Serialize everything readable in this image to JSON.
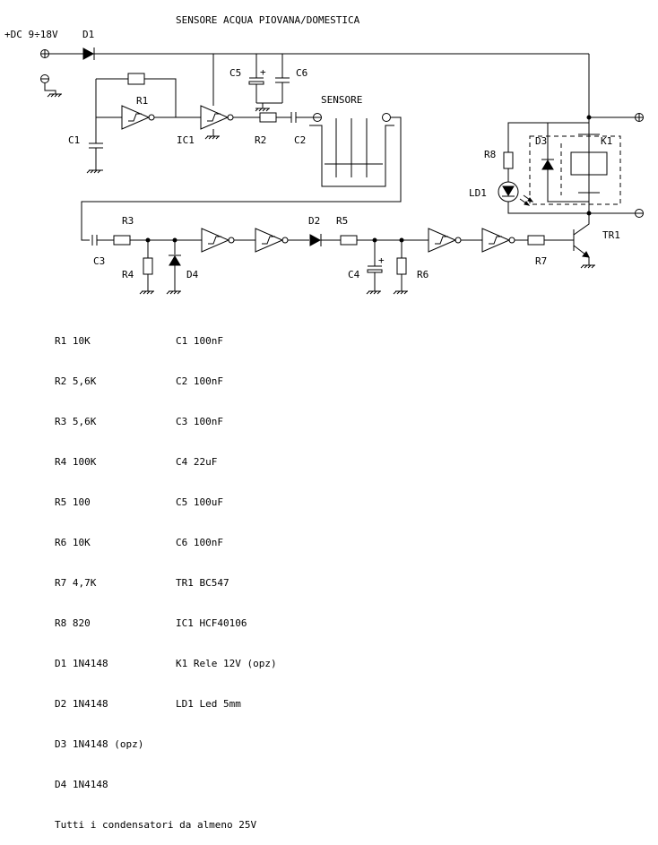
{
  "title": "SENSORE ACQUA PIOVANA/DOMESTICA",
  "supply_label": "+DC 9÷18V",
  "sensor_label": "SENSORE",
  "component_labels": {
    "D1": "D1",
    "R1": "R1",
    "C1": "C1",
    "IC1": "IC1",
    "C5": "C5",
    "C6": "C6",
    "R2": "R2",
    "C2": "C2",
    "R8": "R8",
    "D3": "D3",
    "K1": "K1",
    "LD1": "LD1",
    "R3": "R3",
    "C3": "C3",
    "R4": "R4",
    "D4": "D4",
    "D2": "D2",
    "R5": "R5",
    "C4": "C4",
    "R6": "R6",
    "R7": "R7",
    "TR1": "TR1"
  },
  "bom_resistors": [
    {
      "ref": "R1",
      "value": "10K"
    },
    {
      "ref": "R2",
      "value": "5,6K"
    },
    {
      "ref": "R3",
      "value": "5,6K"
    },
    {
      "ref": "R4",
      "value": "100K"
    },
    {
      "ref": "R5",
      "value": "100"
    },
    {
      "ref": "R6",
      "value": "10K"
    },
    {
      "ref": "R7",
      "value": "4,7K"
    },
    {
      "ref": "R8",
      "value": "820"
    },
    {
      "ref": "D1",
      "value": "1N4148"
    },
    {
      "ref": "D2",
      "value": "1N4148"
    },
    {
      "ref": "D3",
      "value": "1N4148 (opz)"
    },
    {
      "ref": "D4",
      "value": "1N4148"
    }
  ],
  "bom_others": [
    {
      "ref": "C1",
      "value": "100nF"
    },
    {
      "ref": "C2",
      "value": "100nF"
    },
    {
      "ref": "C3",
      "value": "100nF"
    },
    {
      "ref": "C4",
      "value": "22uF"
    },
    {
      "ref": "C5",
      "value": "100uF"
    },
    {
      "ref": "C6",
      "value": "100nF"
    },
    {
      "ref": "TR1",
      "value": "BC547"
    },
    {
      "ref": "IC1",
      "value": "HCF40106"
    },
    {
      "ref": "K1",
      "value": "Rele 12V (opz)"
    },
    {
      "ref": "LD1",
      "value": "Led 5mm"
    }
  ],
  "note": "Tutti i condensatori da almeno 25V"
}
